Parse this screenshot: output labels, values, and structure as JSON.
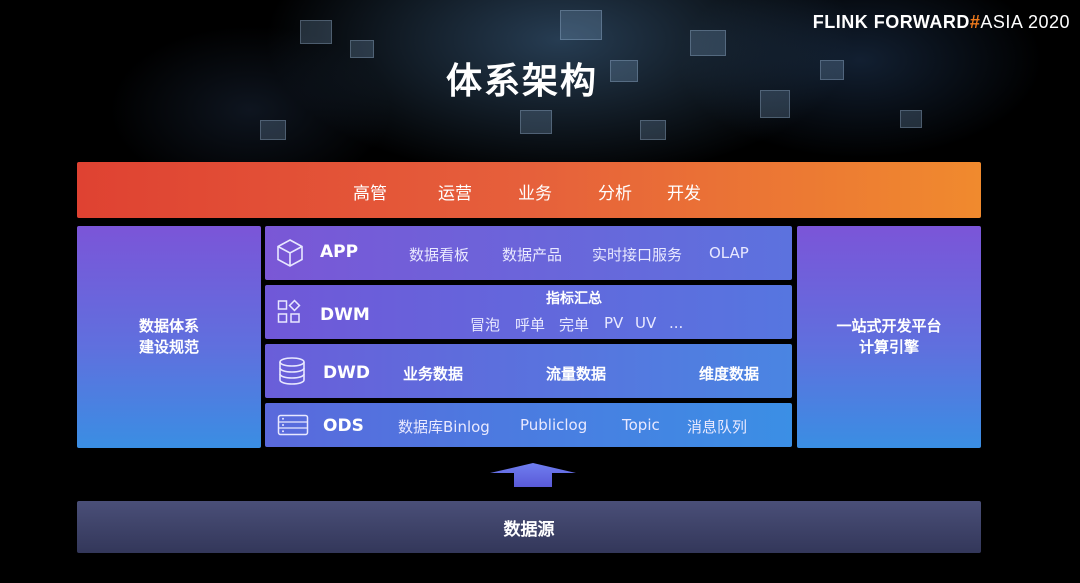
{
  "brand": {
    "name": "FLINK FORWARD",
    "hash": "#",
    "event": "ASIA 2020"
  },
  "title": "体系架构",
  "top_bar": {
    "items": [
      "高管",
      "运营",
      "业务",
      "分析",
      "开发"
    ]
  },
  "left_panel": {
    "line1": "数据体系",
    "line2": "建设规范"
  },
  "right_panel": {
    "line1": "一站式开发平台",
    "line2": "计算引擎"
  },
  "layers": {
    "app": {
      "name": "APP",
      "icon": "cube-icon",
      "items": [
        "数据看板",
        "数据产品",
        "实时接口服务",
        "OLAP"
      ]
    },
    "dwm": {
      "name": "DWM",
      "icon": "grid-icon",
      "heading": "指标汇总",
      "items": [
        "冒泡",
        "呼单",
        "完单",
        "PV",
        "UV",
        "..."
      ]
    },
    "dwd": {
      "name": "DWD",
      "icon": "database-icon",
      "items": [
        "业务数据",
        "流量数据",
        "维度数据"
      ]
    },
    "ods": {
      "name": "ODS",
      "icon": "server-icon",
      "items": [
        "数据库Binlog",
        "Publiclog",
        "Topic",
        "消息队列"
      ]
    }
  },
  "source": {
    "label": "数据源"
  }
}
